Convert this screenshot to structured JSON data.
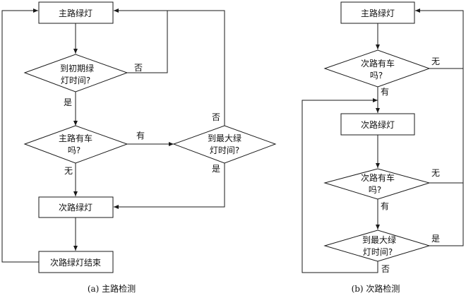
{
  "left": {
    "main_green": "主路绿灯",
    "initial_green_1": "到初期绿",
    "initial_green_2": "灯时间?",
    "no_1": "否",
    "yes_1": "是",
    "main_car_1": "主路有车",
    "main_car_2": "吗?",
    "has": "有",
    "none": "无",
    "max_green_1": "到最大绿",
    "max_green_2": "灯时间?",
    "no_2": "否",
    "yes_2": "是",
    "minor_green": "次路绿灯",
    "minor_green_end": "次路绿灯结束",
    "caption": "(a) 主路检测"
  },
  "right": {
    "main_green": "主路绿灯",
    "minor_car1_1": "次路有车",
    "minor_car1_2": "吗?",
    "none_1": "无",
    "has_1": "有",
    "minor_green": "次路绿灯",
    "minor_car2_1": "次路有车",
    "minor_car2_2": "吗?",
    "none_2": "无",
    "has_2": "有",
    "max_green_1": "到最大绿",
    "max_green_2": "灯时间?",
    "yes": "是",
    "no": "否",
    "caption": "(b) 次路检测"
  }
}
